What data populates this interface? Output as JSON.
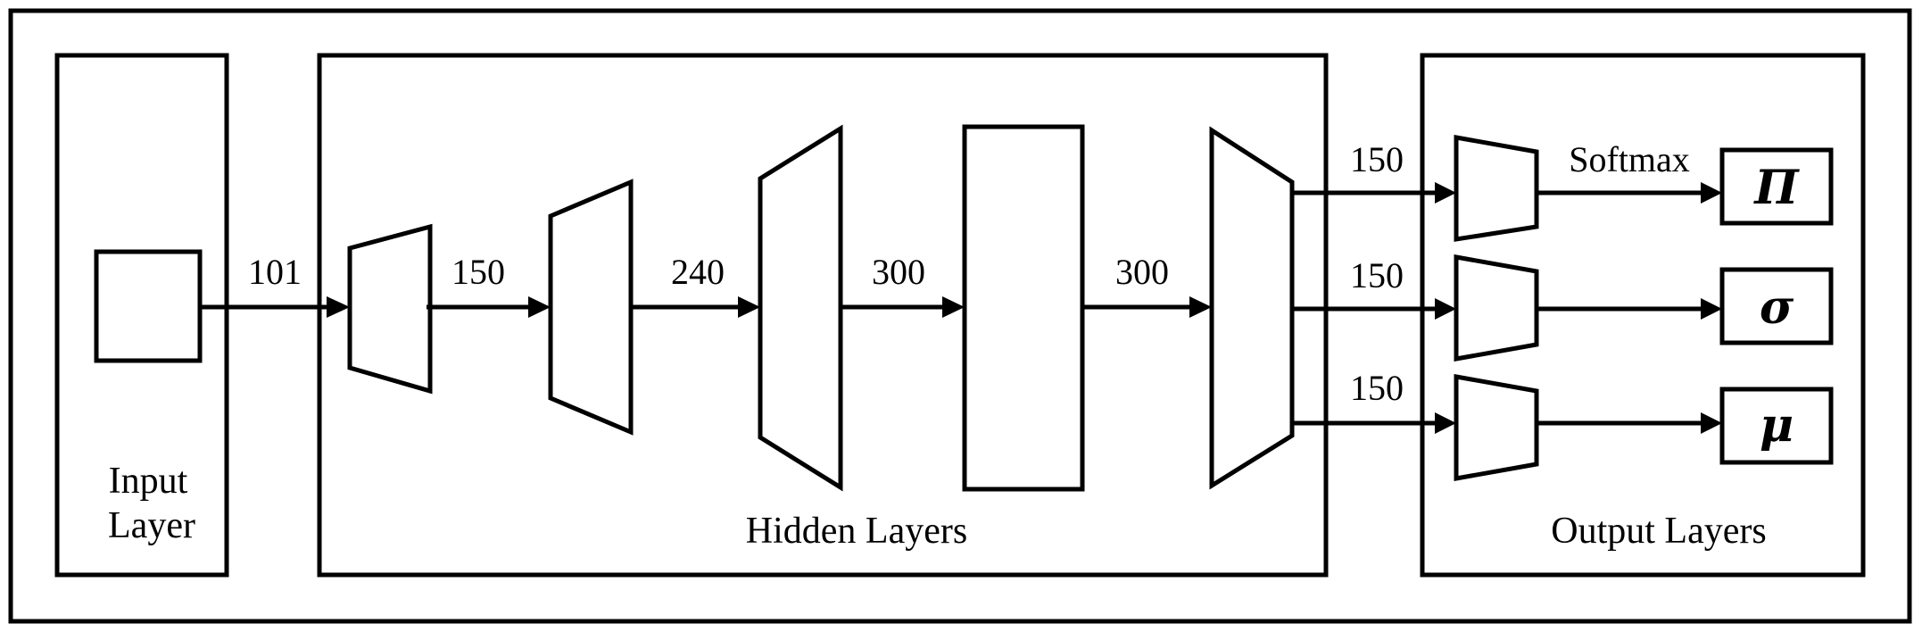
{
  "sections": {
    "input_line1": "Input",
    "input_line2": "Layer",
    "hidden": "Hidden Layers",
    "output": "Output Layers"
  },
  "edges": {
    "e_input": "101",
    "e_h1": "150",
    "e_h2": "240",
    "e_h3": "300",
    "e_h4": "300",
    "e_out1": "150",
    "e_out2": "150",
    "e_out3": "150"
  },
  "activation": "Softmax",
  "outputs": {
    "pi": "Π",
    "sigma": "σ",
    "mu": "μ"
  }
}
